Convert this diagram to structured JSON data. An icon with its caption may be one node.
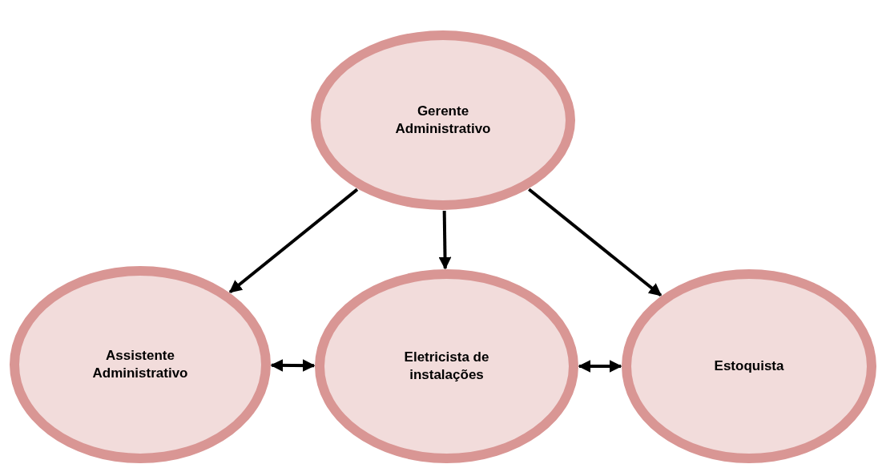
{
  "diagram": {
    "nodes": [
      {
        "text": [
          "Gerente Administrativo"
        ]
      },
      {
        "text": [
          "Assistente Administrativo"
        ]
      },
      {
        "text": [
          "Eletricista de instalações"
        ]
      },
      {
        "text": [
          "Estoquista"
        ]
      }
    ],
    "edges": [
      {
        "from": 0,
        "to": 1,
        "arrow": "to"
      },
      {
        "from": 0,
        "to": 2,
        "arrow": "to"
      },
      {
        "from": 0,
        "to": 3,
        "arrow": "to"
      },
      {
        "from": 1,
        "to": 2,
        "arrow": "both"
      },
      {
        "from": 2,
        "to": 3,
        "arrow": "both"
      }
    ]
  }
}
